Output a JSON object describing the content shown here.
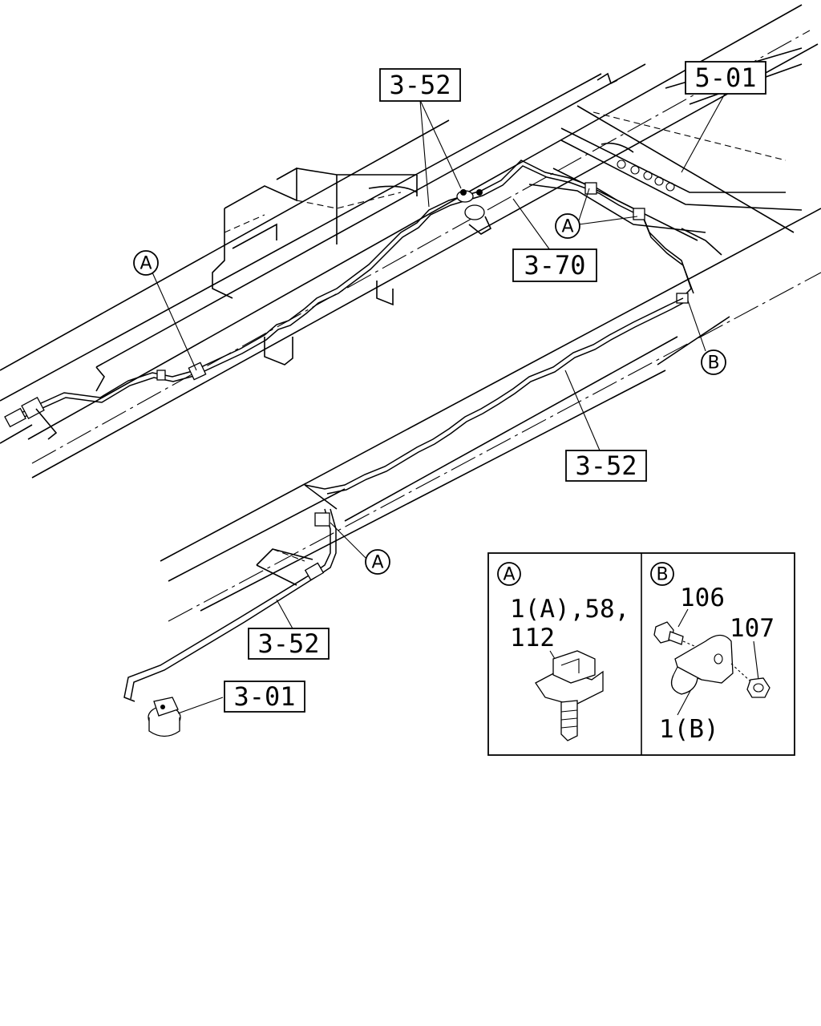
{
  "callouts": {
    "a": "A",
    "b": "B"
  },
  "reference_boxes": {
    "ref_3_52_top": "3-52",
    "ref_5_01": "5-01",
    "ref_3_70": "3-70",
    "ref_3_52_mid": "3-52",
    "ref_3_52_low": "3-52",
    "ref_3_01": "3-01"
  },
  "detail_a": {
    "tag": "A",
    "parts_line1": "1(A),58,",
    "parts_line2": "112"
  },
  "detail_b": {
    "tag": "B",
    "bolt_num": "106",
    "nut_num": "107",
    "clip_num": "1(B)"
  }
}
